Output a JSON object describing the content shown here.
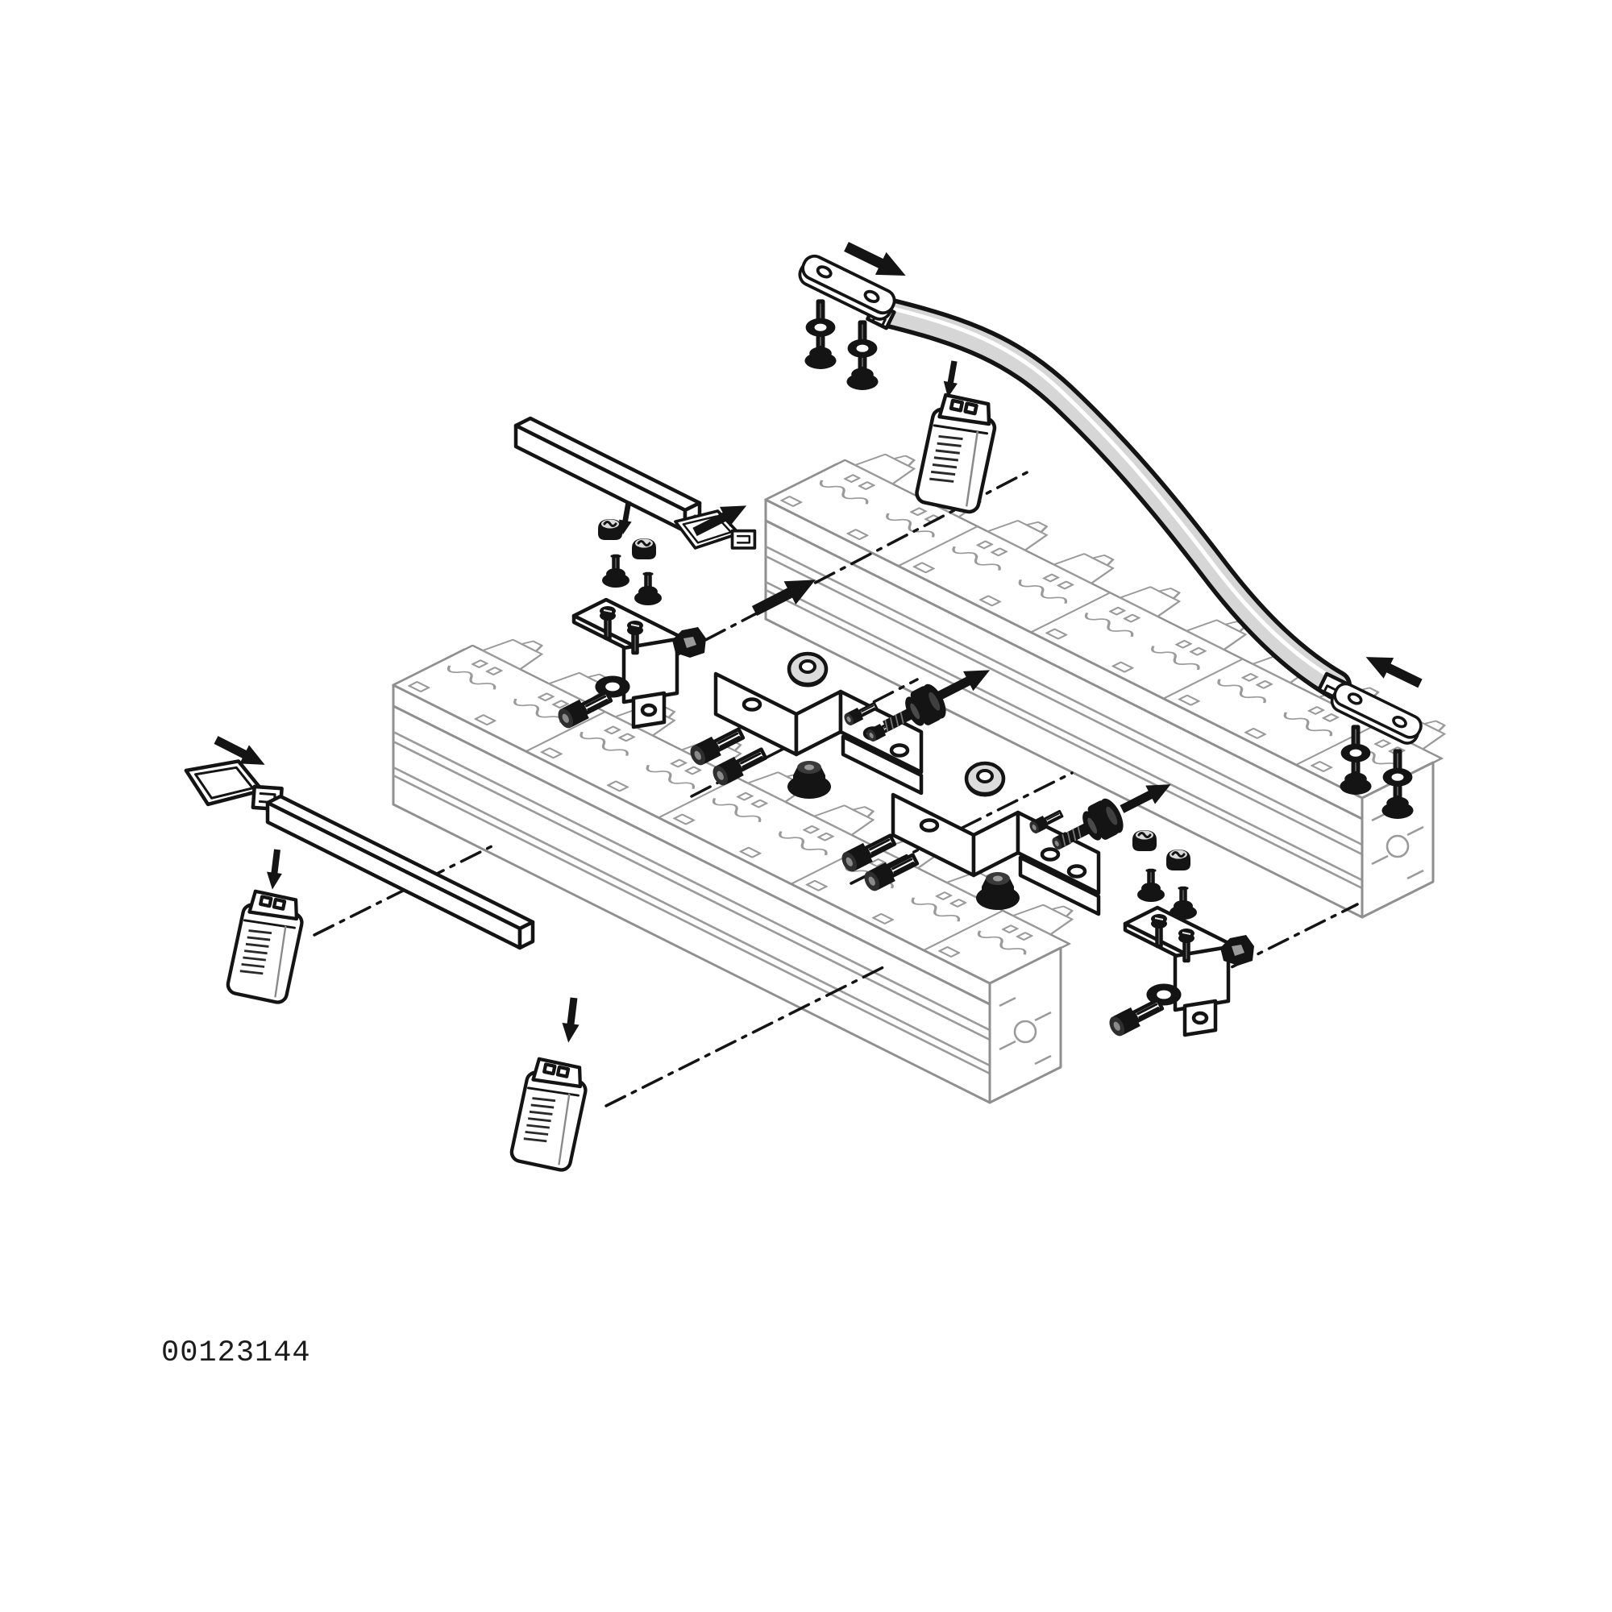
{
  "figure": {
    "caption": "00123144",
    "type": "exploded-assembly-diagram"
  },
  "colors": {
    "background": "#ffffff",
    "part_outline": "#141414",
    "rail_outline": "#8f8f8f",
    "shade_light": "#e3e3e3",
    "shade_mid": "#c9c9c9",
    "strap_fill": "#d6d6d6",
    "arrow_fill": "#141414"
  },
  "components": [
    {
      "name": "toothed-profile-rail-upper",
      "label": "profile rail with toothed friction inserts"
    },
    {
      "name": "toothed-profile-rail-lower",
      "label": "profile rail with toothed friction inserts"
    },
    {
      "name": "cross-strap",
      "label": "curved cross strap"
    },
    {
      "name": "strap-clamp-plate",
      "label": "clamping plate with two holes",
      "count": 2
    },
    {
      "name": "fastening-screw",
      "label": "screw with washer and flange head",
      "count": 4
    },
    {
      "name": "hold-down-bracket",
      "label": "Z-shaped hold-down bracket",
      "count": 2
    },
    {
      "name": "t-bolt",
      "label": "T-slot hammer bolt",
      "count": 2
    },
    {
      "name": "flange-nut",
      "label": "flanged hex nut",
      "count": 2
    },
    {
      "name": "washer-nut",
      "label": "washer nut",
      "count": 2
    },
    {
      "name": "hex-bolt",
      "label": "hex bolt",
      "count": 4
    },
    {
      "name": "small-screw",
      "label": "small fixing screw",
      "count": 4
    },
    {
      "name": "clamp-unit",
      "label": "clamp bracket with claw piece",
      "count": 2
    },
    {
      "name": "cap-nut",
      "label": "cap nut",
      "count": 4
    },
    {
      "name": "stud-screw",
      "label": "stud screw",
      "count": 4
    },
    {
      "name": "cover-profile-bar",
      "label": "cover profile bar"
    },
    {
      "name": "clamp-profile-strip",
      "label": "clamping profile strip"
    },
    {
      "name": "wedge-end-piece",
      "label": "wedge end piece",
      "count": 2
    },
    {
      "name": "end-cap",
      "label": "end cap with grille",
      "count": 3
    }
  ],
  "arrows": [
    {
      "name": "arrow-plate-top",
      "direction": "down-right"
    },
    {
      "name": "arrow-endcap-top",
      "direction": "down"
    },
    {
      "name": "arrow-bar-wedge",
      "direction": "up-right"
    },
    {
      "name": "arrow-capnuts",
      "direction": "down"
    },
    {
      "name": "arrow-profile-insert",
      "direction": "up-right"
    },
    {
      "name": "arrow-bracket-1",
      "direction": "up-right"
    },
    {
      "name": "arrow-bracket-2",
      "direction": "up-right"
    },
    {
      "name": "arrow-plate-right",
      "direction": "up-left"
    },
    {
      "name": "arrow-endcap-left",
      "direction": "down"
    },
    {
      "name": "arrow-endcap-middle",
      "direction": "down"
    },
    {
      "name": "arrow-wedge-left",
      "direction": "down-right"
    }
  ]
}
